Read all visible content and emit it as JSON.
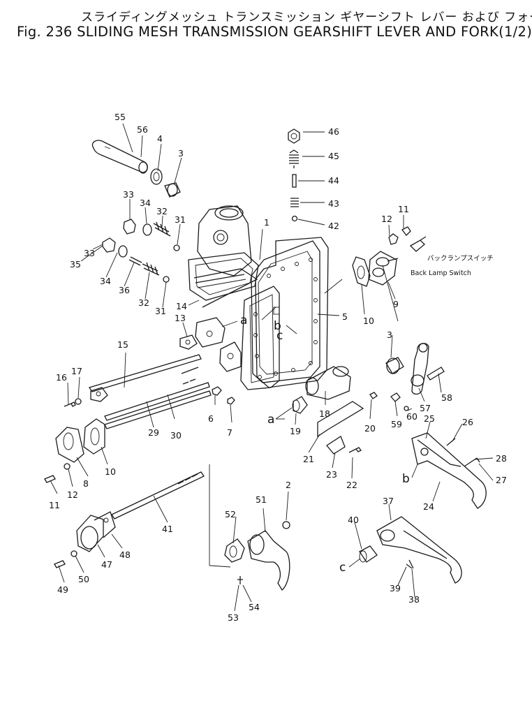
{
  "title": {
    "japanese": "スライディングメッシュ トランスミッション ギヤーシフト レバー および フォーク",
    "english": "Fig. 236 SLIDING MESH TRANSMISSION GEARSHIFT LEVER AND FORK(1/2)"
  },
  "annotation": {
    "japanese": "バックランプスイッチ",
    "english": "Back Lamp Switch"
  },
  "reference_letters": [
    "a",
    "b",
    "c"
  ],
  "part_numbers": [
    "1",
    "2",
    "3",
    "4",
    "5",
    "6",
    "7",
    "8",
    "9",
    "10",
    "11",
    "12",
    "13",
    "14",
    "15",
    "16",
    "17",
    "18",
    "19",
    "20",
    "21",
    "22",
    "23",
    "24",
    "25",
    "26",
    "27",
    "28",
    "29",
    "30",
    "31",
    "32",
    "33",
    "34",
    "35",
    "36",
    "37",
    "38",
    "39",
    "40",
    "41",
    "42",
    "43",
    "44",
    "45",
    "46",
    "47",
    "48",
    "49",
    "50",
    "51",
    "52",
    "53",
    "54",
    "55",
    "56",
    "57",
    "58",
    "59",
    "60"
  ]
}
